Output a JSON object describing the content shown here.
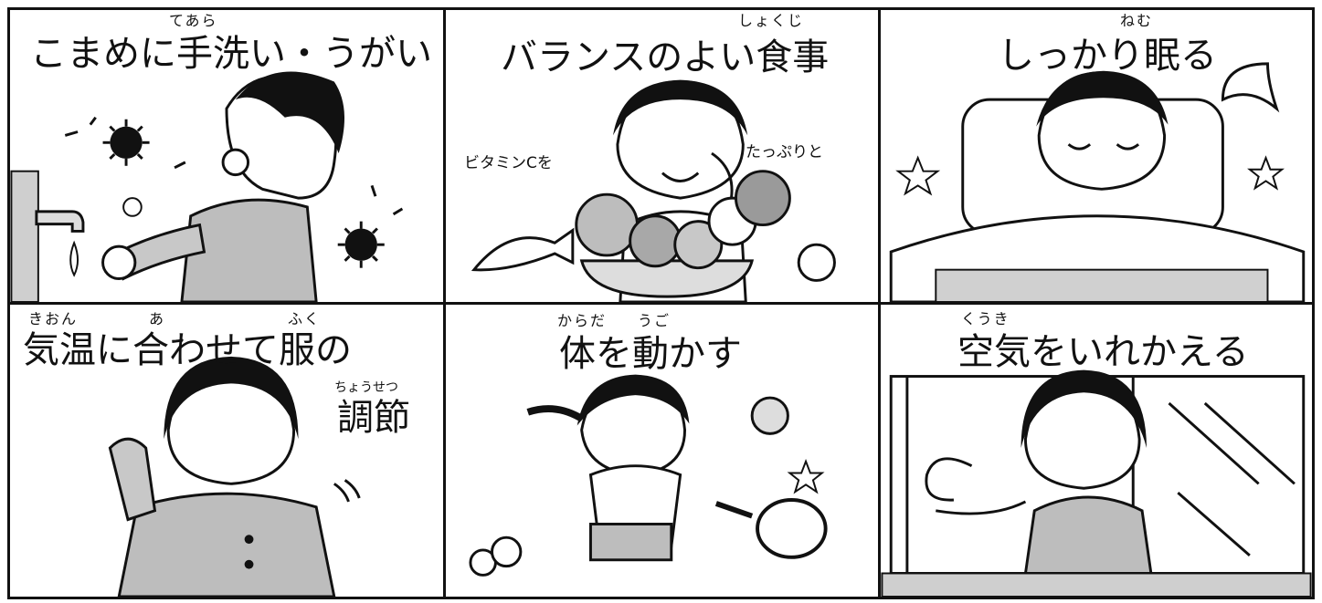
{
  "panels": [
    {
      "title": "こまめに手洗い・うがい",
      "ruby": "てあら",
      "annotations": []
    },
    {
      "title": "バランスのよい食事",
      "ruby": "しょくじ",
      "annotations": [
        "ビタミンCを",
        "たっぷりと"
      ]
    },
    {
      "title": "しっかり眠る",
      "ruby": "ねむ",
      "annotations": []
    },
    {
      "title": "気温に合わせて服の",
      "title_line2": "調節",
      "ruby": [
        "きおん",
        "あ",
        "ふく"
      ],
      "ruby_line2": "ちょうせつ",
      "annotations": []
    },
    {
      "title": "体を動かす",
      "ruby": [
        "からだ",
        "うご"
      ],
      "annotations": []
    },
    {
      "title": "空気をいれかえる",
      "ruby": "くうき",
      "annotations": []
    }
  ]
}
